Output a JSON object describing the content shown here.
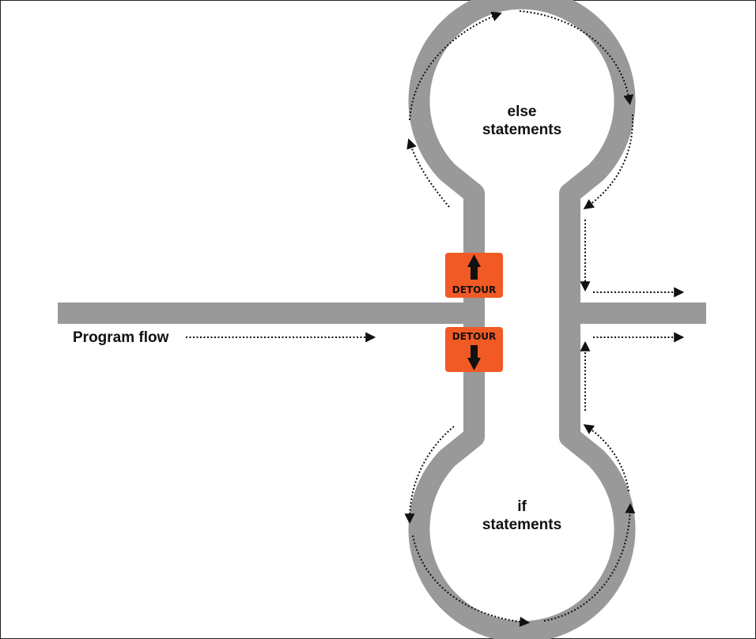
{
  "labels": {
    "program_flow": "Program flow",
    "else_line1": "else",
    "else_line2": "statements",
    "if_line1": "if",
    "if_line2": "statements",
    "detour_top": "DETOUR",
    "detour_bottom": "DETOUR"
  },
  "colors": {
    "track": "#999999",
    "sign": "#f15a24",
    "arrow": "#111111",
    "background": "#ffffff"
  },
  "icons": {
    "detour_top_arrow": "arrow-up-icon",
    "detour_bottom_arrow": "arrow-down-icon",
    "flow_arrows": "dotted-arrow-icon"
  }
}
